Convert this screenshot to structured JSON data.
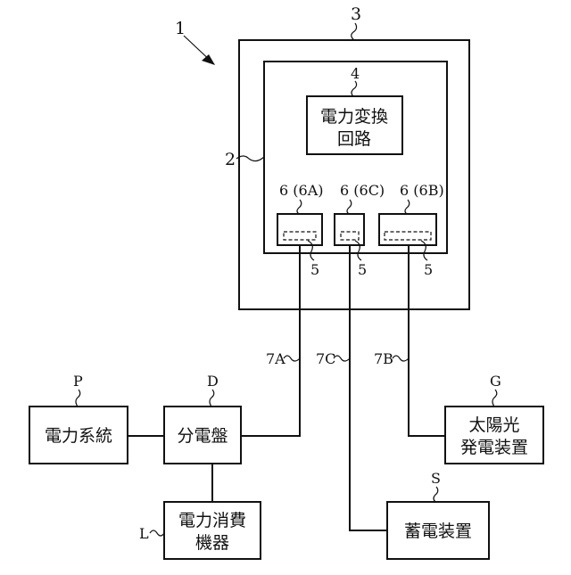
{
  "refs": {
    "system": "1",
    "housing": "3",
    "inner_case": "2",
    "conversion_circuit": "4",
    "connector_a": "6 (6A)",
    "connector_c": "6 (6C)",
    "connector_b": "6 (6B)",
    "port_a": "5",
    "port_c": "5",
    "port_b": "5",
    "cable_a": "7A",
    "cable_c": "7C",
    "cable_b": "7B",
    "grid": "P",
    "panel": "D",
    "solar": "G",
    "storage": "S",
    "load": "L"
  },
  "blocks": {
    "conversion_circuit": [
      "電力変換",
      "回路"
    ],
    "grid": [
      "電力系統"
    ],
    "panel": [
      "分電盤"
    ],
    "load": [
      "電力消費",
      "機器"
    ],
    "solar": [
      "太陽光",
      "発電装置"
    ],
    "storage": [
      "蓄電装置"
    ]
  }
}
